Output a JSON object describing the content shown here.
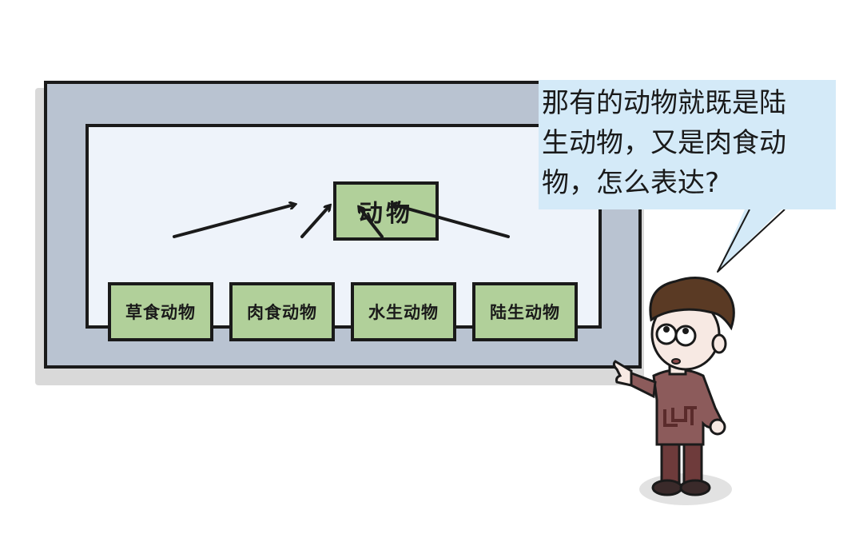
{
  "diagram": {
    "root": "动物",
    "children": [
      "草食动物",
      "肉食动物",
      "水生动物",
      "陆生动物"
    ]
  },
  "speech_bubble": {
    "lines": [
      "那有的动物就既是陆",
      "生动物，又是肉食动",
      "物，怎么表达?"
    ]
  },
  "character": {
    "shirt_logo_color": "#6b3a3a",
    "shirt_color": "#8c5b5b"
  },
  "colors": {
    "board": "#b9c3d1",
    "board_inner": "#eef3fa",
    "node_fill": "#b1d09a",
    "bubble": "#d4eaf8"
  }
}
